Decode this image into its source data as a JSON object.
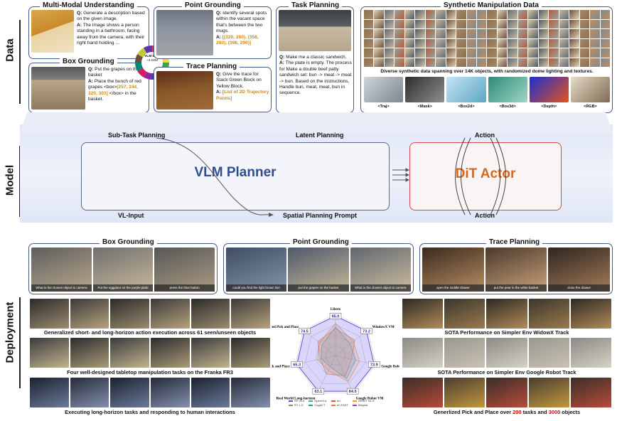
{
  "rows": {
    "data": "Data",
    "model": "Model",
    "deployment": "Deployment"
  },
  "data_section": {
    "multimodal": {
      "title": "Multi-Modal Understanding",
      "q": "Q:",
      "question": "Generate a description based on the given image.",
      "a": "A:",
      "answer": "The image shows a person standing in a bathroom, facing away from the camera, with their right hand holding …"
    },
    "point": {
      "title": "Point Grounding",
      "question": "Identify several spots within the vacant space that's between the two mugs.",
      "answer": "[(320, 280), (358, 280), (396, 290)]"
    },
    "box": {
      "title": "Box Grounding",
      "question": "Put the grapes on the basket",
      "answer_prefix": "Place the bunch of red grapes <box>",
      "answer_box": "[257, 244, 320, 303]",
      "answer_suffix": "</box> in the basket."
    },
    "trace": {
      "title": "Trace Planning",
      "question": "Give the trace for Stack Green Block on Yellow Block.",
      "answer": "[List of 2D Trajectory Points]"
    },
    "task": {
      "title": "Task Planning",
      "question": "Make me a classic sandwich.",
      "answer": "The plate is empty. The process for Make a double beef patty sandwich set: bun -> meat -> meat -> bun. Based on the instructions, Handle bun, meat, meat, bun in sequence."
    },
    "donut": {
      "title": "VLM Data",
      "sub": "~3.02M"
    },
    "synthetic": {
      "title": "Synthetic Manipulation Data",
      "caption": "Diverse synthetic data spanning over 14K objects, with randomized dome lighting and textures.",
      "tags": [
        "<Traj>",
        "<Mask>",
        "<Box2d>",
        "<Box3d>",
        "<Depth>",
        "<RGB>"
      ]
    }
  },
  "model_section": {
    "vlm": "VLM Planner",
    "dit": "DiT Actor",
    "subtask": "Sub-Task Planning",
    "latent": "Latent Planning",
    "action_top": "Action",
    "vlinput": "VL-Input",
    "spatial": "Spatial Planning Prompt",
    "action_bottom": "Action"
  },
  "deploy_section": {
    "box": {
      "title": "Box Grounding",
      "captions": [
        "What is the closest object to camera",
        "Put the eggplant on the purple plate",
        "press the blue button"
      ]
    },
    "point": {
      "title": "Point Grounding",
      "captions": [
        "could you find the light brown lion",
        "put the grapes on the basket",
        "What is the closest object to camera"
      ]
    },
    "trace": {
      "title": "Trace Planning",
      "captions": [
        "open the middle drawer",
        "put the pear in the white basket",
        "close the drawer"
      ]
    },
    "left_caps": [
      "Generalized short- and long-horizon action execution across 61 seen/unseen objects",
      "Four well-designed tabletop manipulation tasks on the Franka FR3",
      "Executing long-horizon tasks and responding to human interactions"
    ],
    "right_caps": [
      "SOTA Performance on Simpler Env WidowX Track",
      "SOTA Performance on Simpler Env Google Robot Track"
    ],
    "right_cap3": {
      "pre": "Generlized Pick and Place over ",
      "n1": "200",
      "mid": " tasks and ",
      "n2": "3000",
      "post": " objects"
    },
    "radar": {
      "axes": [
        "Libero",
        "WindowX VM",
        "Google Robot VA",
        "Google Robot VM",
        "Real World Long-horizon",
        "Real World Pick and Place",
        "Simulated Pick and Place"
      ],
      "values": [
        "95.0",
        "73.2",
        "73.9",
        "84.0",
        "63.1",
        "65.3",
        "74.5"
      ],
      "legend": [
        "SP-VLA",
        "OpenVLA",
        "π0",
        "GR00T N1.5",
        "RT-1-X",
        "CogACT",
        "π0-FAST",
        "Magma"
      ]
    }
  },
  "colors": {
    "vlm_text": "#2f4d8f",
    "dit_text": "#d2691e",
    "dit_border": "#d9444e",
    "accent_orange": "#d48a00",
    "red": "#d00000"
  }
}
